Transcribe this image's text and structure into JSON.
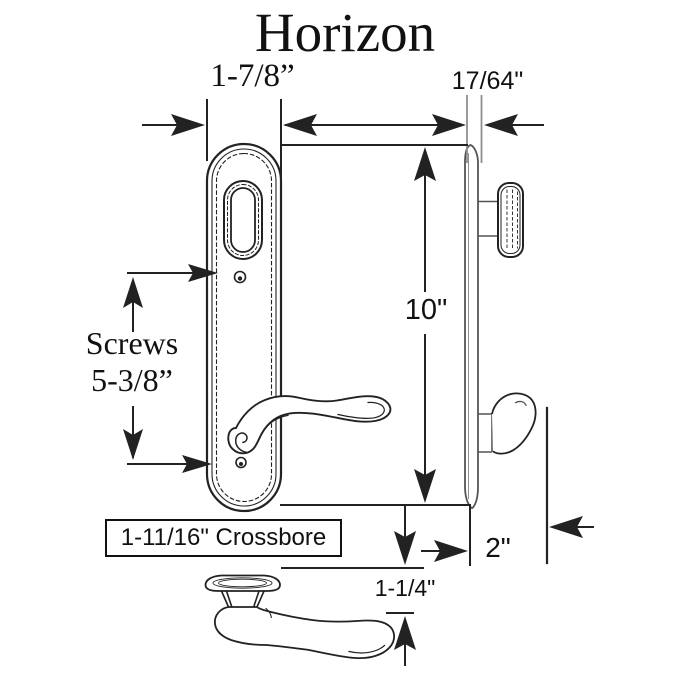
{
  "title": "Horizon",
  "labels": {
    "plate_width": "1-7/8”",
    "plate_thickness": "17/64\"",
    "plate_height": "10\"",
    "screws_line1": "Screws",
    "screws_line2": "5-3/8”",
    "crossbore": "1-11/16\" Crossbore",
    "handle_projection": "2\"",
    "handle_offset": "1-1/4\""
  },
  "colors": {
    "line": "#222222",
    "side_view_gray": "#555555",
    "extension_line_gray": "#8f8f8f",
    "background": "#ffffff",
    "text": "#111111"
  }
}
